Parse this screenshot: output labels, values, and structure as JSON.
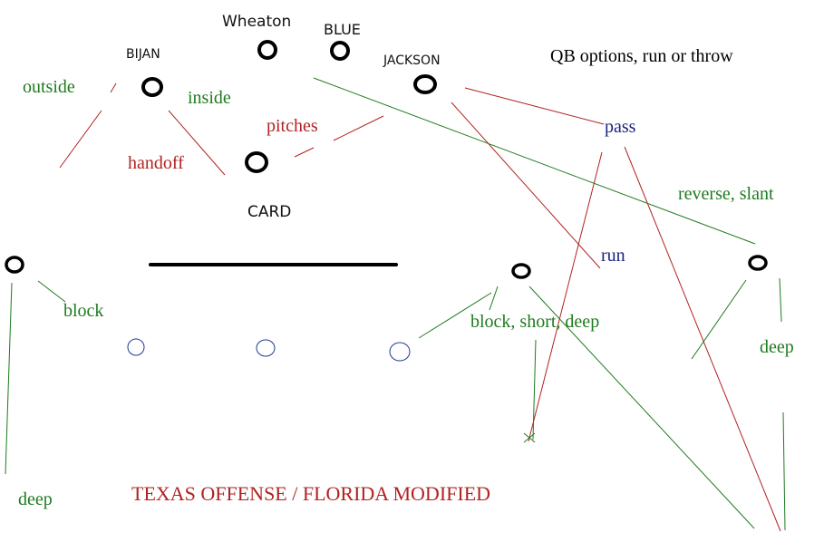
{
  "players": {
    "bijan": "BIJAN",
    "wheaton": "Wheaton",
    "blue": "BLUE",
    "jackson": "JACKSON",
    "card": "CARD"
  },
  "labels": {
    "qb_options": "QB options, run or throw",
    "outside": "outside",
    "inside": "inside",
    "pitches": "pitches",
    "handoff": "handoff",
    "pass": "pass",
    "reverse_slant": "reverse, slant",
    "run": "run",
    "block": "block",
    "block_short_deep": "block, short, deep",
    "deep_right": "deep",
    "deep_left": "deep",
    "title": "TEXAS OFFENSE / FLORIDA MODIFIED"
  },
  "colors": {
    "red": "#b22222",
    "green": "#1e7b1e",
    "navy": "#1a237e",
    "black": "#000000",
    "blue_marker": "#1f3a93"
  }
}
